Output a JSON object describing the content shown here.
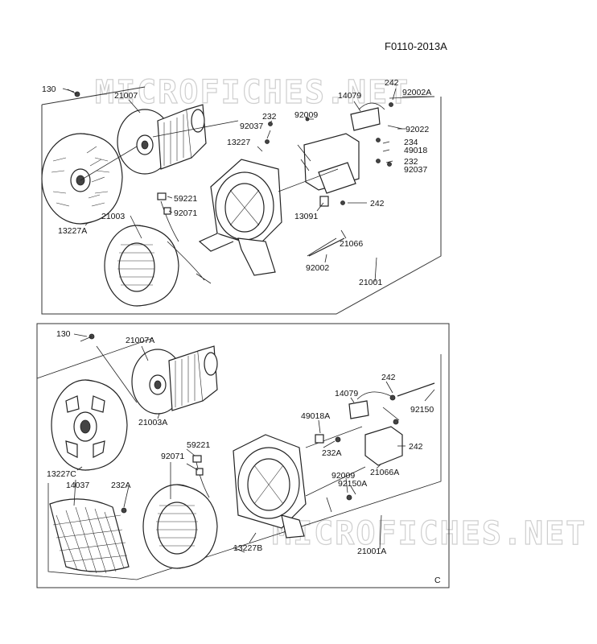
{
  "header": {
    "code": "F0110-2013A"
  },
  "watermark": {
    "top": "MICROFICHES.NET",
    "bottom": "MICROFICHES.NET"
  },
  "upper": {
    "labels": [
      "130",
      "21007",
      "13227A",
      "21003",
      "59221",
      "92071",
      "232",
      "92037",
      "13227",
      "92009",
      "14079",
      "242",
      "92002A",
      "92022",
      "234",
      "49018",
      "232",
      "92037",
      "242",
      "13091",
      "21066",
      "92002",
      "21001"
    ]
  },
  "lower": {
    "labels": [
      "130",
      "21007A",
      "21003A",
      "13227C",
      "14037",
      "232A",
      "59221",
      "92071",
      "13227B",
      "49018A",
      "232A",
      "14079",
      "242",
      "92150",
      "242",
      "21066A",
      "92009",
      "92150A",
      "21001A"
    ],
    "corner": "C"
  }
}
